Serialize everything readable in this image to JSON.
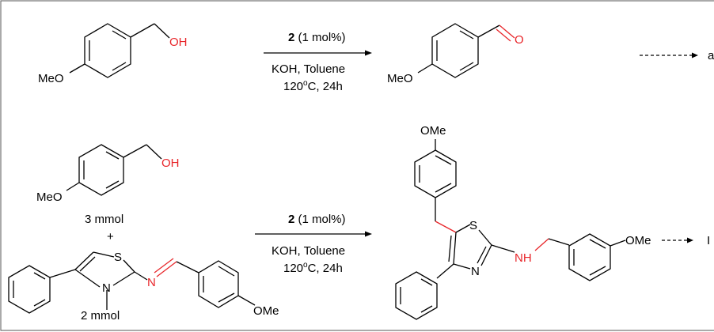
{
  "colors": {
    "red": "#e8262a",
    "black": "#000000",
    "frame": "#555555"
  },
  "reaction1": {
    "substrate_oh": "OH",
    "substrate_meo": "MeO",
    "catalyst_num": "2",
    "catalyst_load": " (1 mol%)",
    "reagents": "KOH, Toluene",
    "temperature": "120",
    "temperature_sup": "o",
    "temperature_rest": "C, 24h",
    "product_o": "O",
    "product_meo": "MeO",
    "next_label": "a"
  },
  "reaction2": {
    "alcohol_oh": "OH",
    "alcohol_meo": "MeO",
    "alcohol_amount": "3 mmol",
    "plus": "+",
    "imine_s": "S",
    "imine_n_ring": "N",
    "imine_n": "N",
    "imine_ome": "OMe",
    "imine_amount": "2 mmol",
    "catalyst_num": "2",
    "catalyst_load": " (1 mol%)",
    "reagents": "KOH, Toluene",
    "temperature": "120",
    "temperature_sup": "o",
    "temperature_rest": "C, 24h",
    "product_ome_top": "OMe",
    "product_s": "S",
    "product_n": "N",
    "product_nh": "NH",
    "product_ome_right": "OMe",
    "next_label": "I"
  }
}
